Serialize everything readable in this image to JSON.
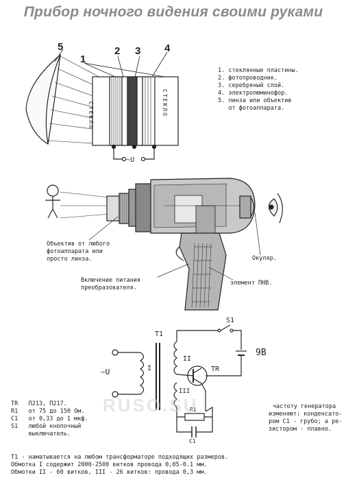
{
  "title": "Прибор ночного видения своими руками",
  "top_diagram": {
    "callouts": [
      "5",
      "2",
      "3",
      "4",
      "1"
    ],
    "glass_label": "СТЕКЛО",
    "source_label": "~U",
    "legend": [
      "1. стеклянные пластины.",
      "2. фотопроводник.",
      "3. серебряный слой.",
      "4. электролюминофор.",
      "5. линза или объектив",
      "   от фотоаппарата."
    ]
  },
  "device_diagram": {
    "objective_label": [
      "Объектив от любого",
      "фотоаппарата или",
      "просто линза."
    ],
    "eyepiece_label": "Окуляр.",
    "switch_label": [
      "Включение питания",
      "преобразователя."
    ],
    "element_label": "элемент ПНВ."
  },
  "circuit": {
    "t1_label": "T1",
    "s1_label": "S1",
    "tr_label": "TR",
    "battery_label": "9В",
    "source_label": "~U",
    "winding_labels": [
      "I",
      "II",
      "III"
    ],
    "r1_label": "R1",
    "c1_label": "C1",
    "generator_note": [
      "частоту генератора",
      "изменяют: конденсато-",
      "ром С1 - грубо; а ре-",
      "зистором - плавно."
    ],
    "parts": [
      "TR   П213, П217.",
      "R1   от 75 до 150 Ом.",
      "C1   от 0,33 до 1 мкф.",
      "S1   любой кнопочный",
      "     выключатель."
    ]
  },
  "footer": [
    "T1 - наматывается на любом трансформаторе подходящих размеров.",
    "Обмотка I содержит 2000-2500 витков провода 0,05-0.1 мм.",
    "Обмотки II - 60 витков, III - 26 витков: провода 0,3 мм."
  ],
  "watermark": "RUSO.SU"
}
